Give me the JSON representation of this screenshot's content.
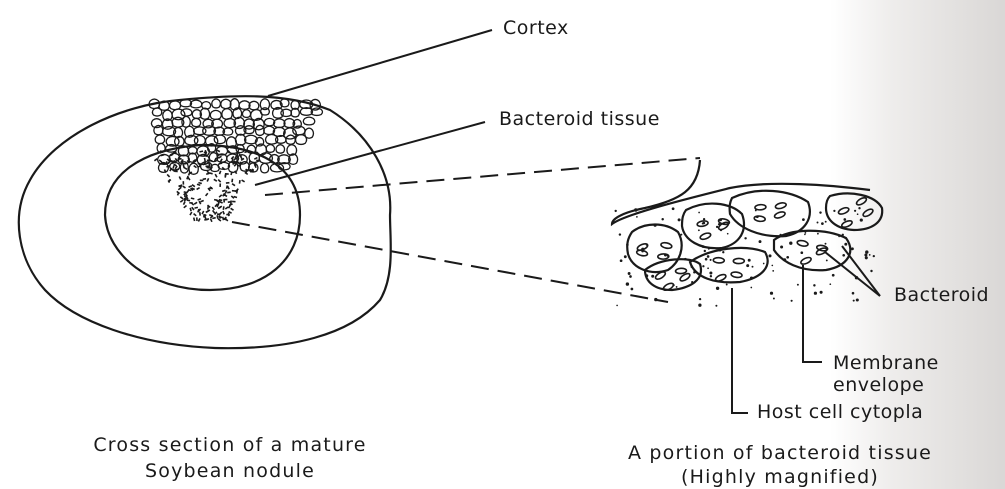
{
  "labels": {
    "cortex": "Cortex",
    "bacteroid_tissue": "Bacteroid tissue",
    "bacteroid": "Bacteroid",
    "membrane_envelope_line1": "Membrane",
    "membrane_envelope_line2": "envelope",
    "host_cell_cytoplasm": "Host cell cytopla"
  },
  "captions": {
    "left_line1": "Cross section of a mature",
    "left_line2": "Soybean nodule",
    "right_line1": "A portion of bacteroid tissue",
    "right_line2": "(Highly magnified)"
  },
  "colors": {
    "ink": "#1a1a1a",
    "paper": "#ffffff",
    "shadow": "#d0cdca"
  }
}
